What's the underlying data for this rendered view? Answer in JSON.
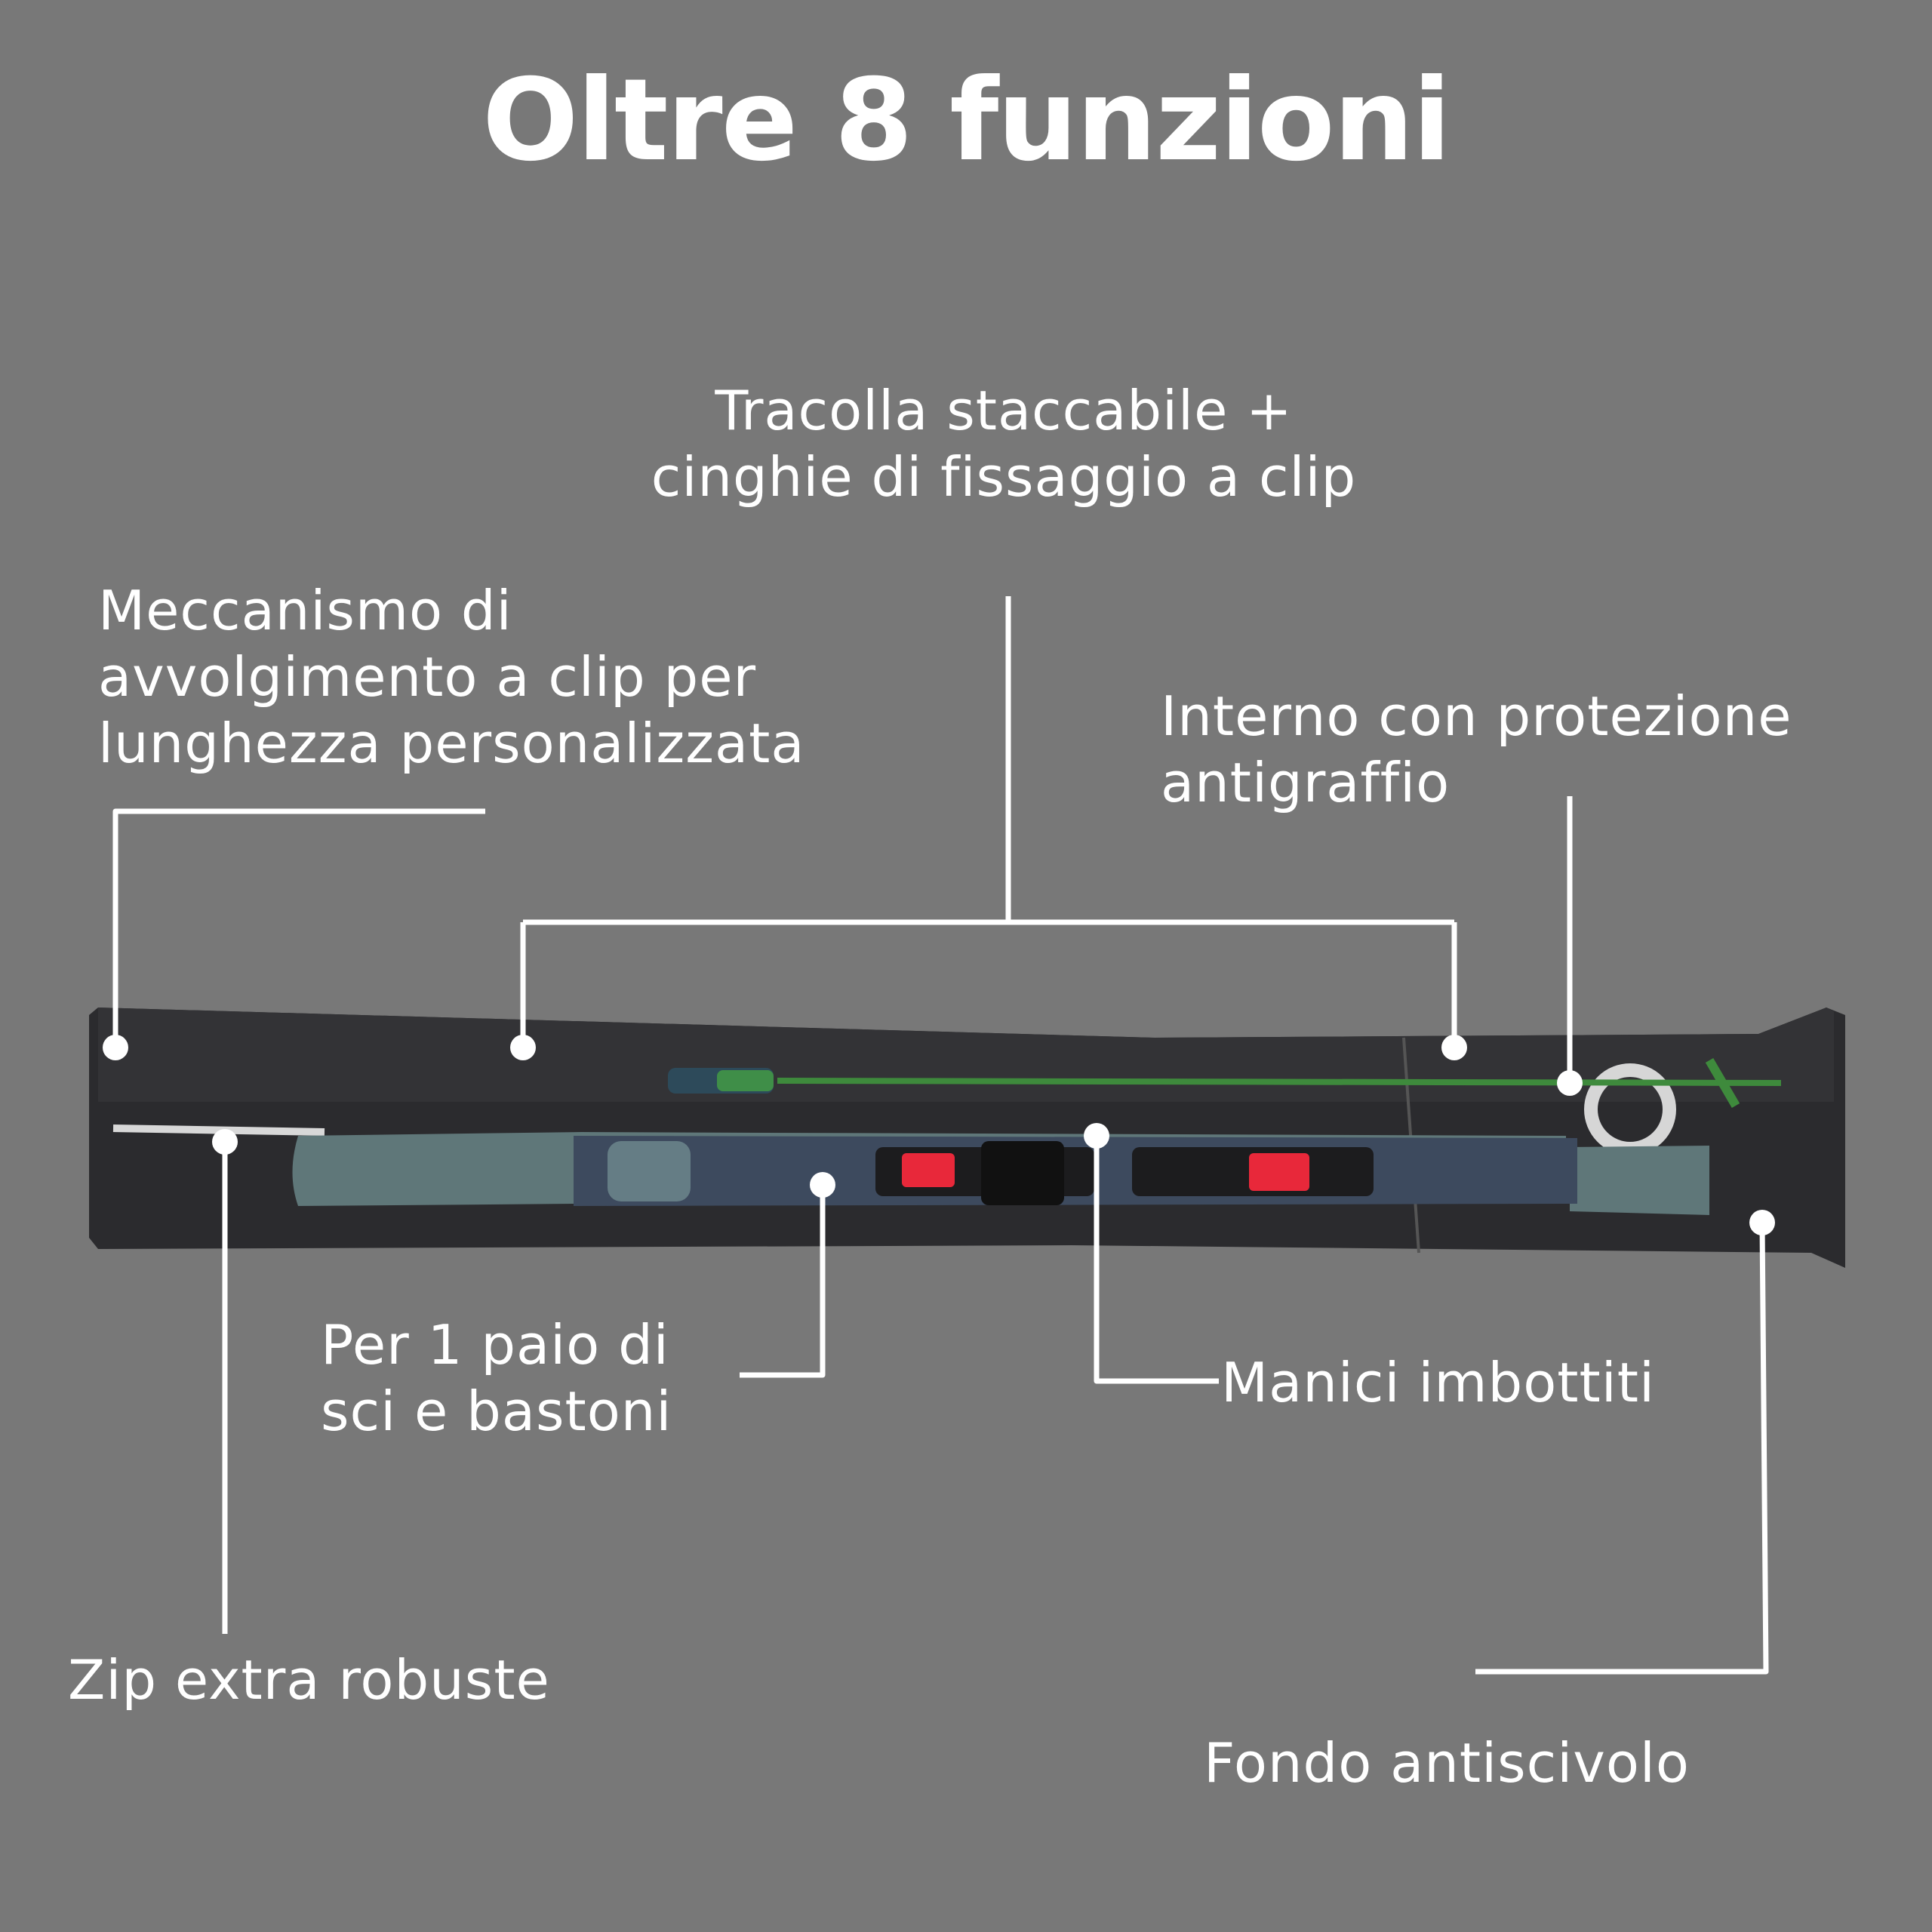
{
  "title": "Oltre 8 funzioni",
  "features": {
    "tracolla": "Tracolla staccabile +\ncinghie di fissaggio a clip",
    "meccanismo": "Meccanismo di\navvolgimento a clip per\nlunghezza personalizzata",
    "interno": "Interno con protezione\nantigraffio",
    "paio": "Per 1 paio di\nsci e bastoni",
    "manici": "Manici imbottiti",
    "zip": "Zip extra robuste",
    "fondo": "Fondo antiscivolo"
  },
  "colors": {
    "background": "#787878",
    "text": "#ffffff",
    "bag": "#2a2a2c",
    "ski": "#5d7678",
    "pole": "#3e8a3c",
    "binding": "#e8283a"
  }
}
